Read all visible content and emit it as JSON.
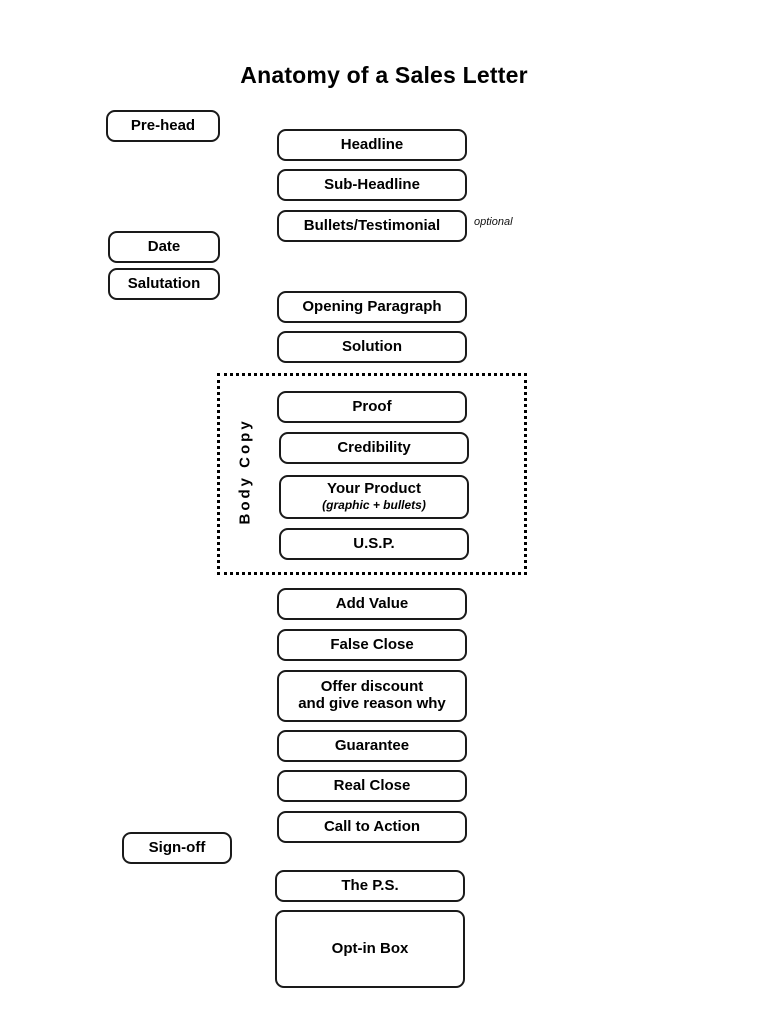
{
  "diagram": {
    "title": "Anatomy of a Sales Letter",
    "type": "flow-diagram",
    "background_color": "#ffffff",
    "line_color": "#1a1a1a",
    "text_color": "#000000",
    "left_column": [
      {
        "id": "pre-head",
        "label": "Pre-head"
      },
      {
        "id": "date",
        "label": "Date"
      },
      {
        "id": "salutation",
        "label": "Salutation"
      },
      {
        "id": "sign-off",
        "label": "Sign-off"
      }
    ],
    "main_column": [
      {
        "id": "headline",
        "label": "Headline"
      },
      {
        "id": "sub-headline",
        "label": "Sub-Headline"
      },
      {
        "id": "bullets-testimonial",
        "label": "Bullets/Testimonial",
        "note": "optional"
      },
      {
        "id": "opening-paragraph",
        "label": "Opening Paragraph"
      },
      {
        "id": "solution",
        "label": "Solution"
      },
      {
        "id": "proof",
        "label": "Proof"
      },
      {
        "id": "credibility",
        "label": "Credibility"
      },
      {
        "id": "your-product",
        "label": "Your Product",
        "sub": "(graphic + bullets)"
      },
      {
        "id": "usp",
        "label": "U.S.P."
      },
      {
        "id": "add-value",
        "label": "Add Value"
      },
      {
        "id": "false-close",
        "label": "False Close"
      },
      {
        "id": "offer-discount",
        "label_line1": "Offer discount",
        "label_line2": "and give reason why"
      },
      {
        "id": "guarantee",
        "label": "Guarantee"
      },
      {
        "id": "real-close",
        "label": "Real Close"
      },
      {
        "id": "call-to-action",
        "label": "Call to Action"
      },
      {
        "id": "the-ps",
        "label": "The P.S."
      },
      {
        "id": "opt-in-box",
        "label": "Opt-in Box"
      }
    ],
    "group": {
      "id": "body-copy",
      "label": "Body Copy",
      "border_style": "dotted",
      "contains": [
        "Proof",
        "Credibility",
        "Your Product",
        "U.S.P."
      ]
    }
  }
}
